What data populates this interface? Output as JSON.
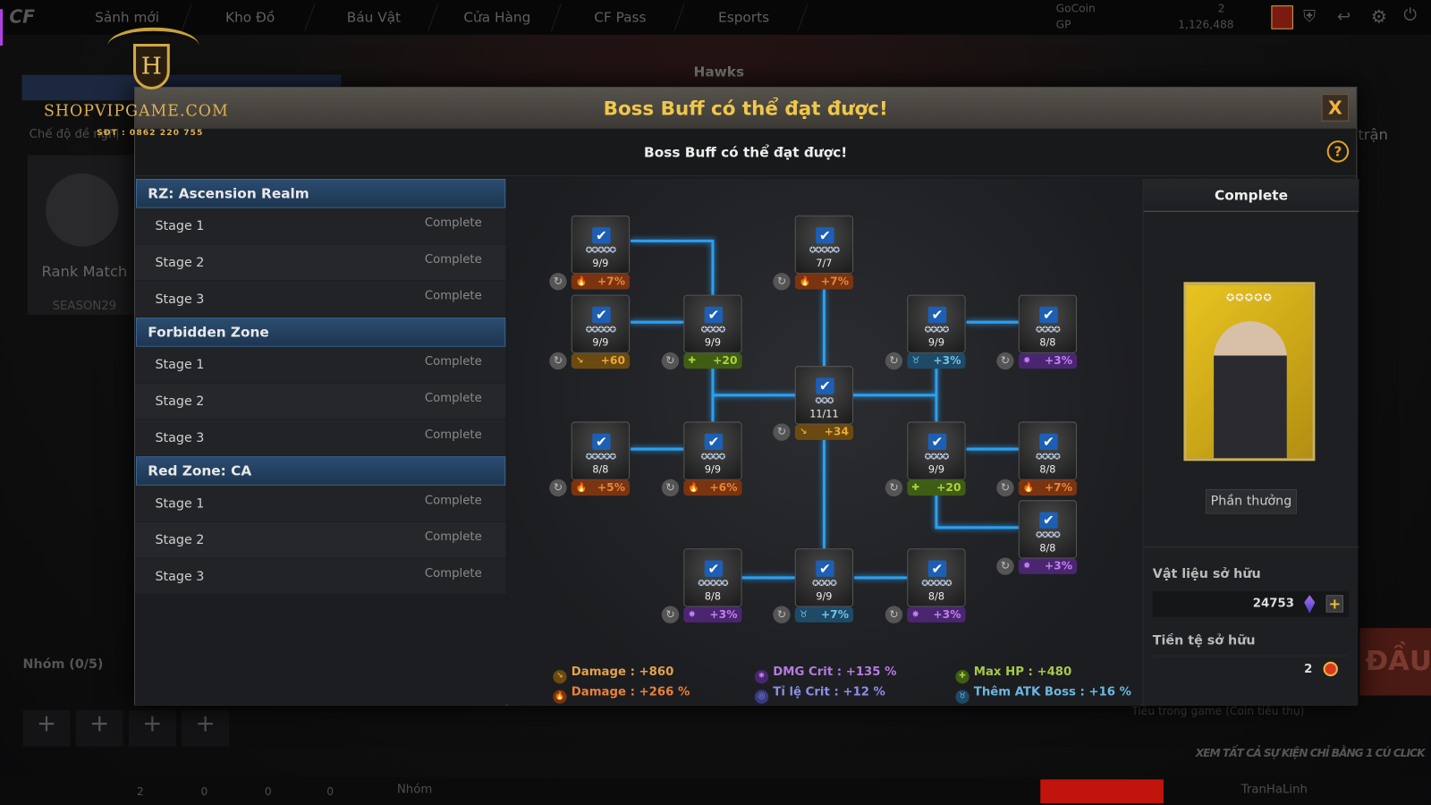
{
  "topnav": {
    "tabs": [
      "Sảnh mới",
      "Kho Đồ",
      "Báu Vật",
      "Cửa Hàng",
      "CF Pass",
      "Esports"
    ],
    "gocoin_label": "GoCoin",
    "gocoin_value": "2",
    "gp_label": "GP",
    "gp_value": "1,126,488"
  },
  "watermark": {
    "site": "SHOPVIPGAME.COM",
    "phone": "SĐT : 0862 220 755",
    "letter": "H"
  },
  "background": {
    "team": "Hawks",
    "mode_hint": "Chế độ đề nghị",
    "rank": "Rank Match",
    "season": "SEASON29",
    "party": "Nhóm (0/5)",
    "right_hint": "trận",
    "coin_hint": "Tiêu trong game (Coin tiêu thụ)",
    "events": "XEM TẤT CẢ SỰ KIỆN CHỈ BẰNG 1 CÚ CLICK",
    "start": "ĐẦU",
    "username": "TranHaLinh",
    "group": "Nhóm",
    "bar_counts": [
      "2",
      "0",
      "0",
      "0"
    ]
  },
  "modal": {
    "title": "Boss Buff có thể đạt được!",
    "subtitle": "Boss Buff có thể đạt được!",
    "close": "X",
    "help": "?",
    "sections": [
      {
        "name": "RZ: Ascension Realm",
        "stages": [
          {
            "label": "Stage 1",
            "status": "Complete"
          },
          {
            "label": "Stage 2",
            "status": "Complete"
          },
          {
            "label": "Stage 3",
            "status": "Complete"
          }
        ]
      },
      {
        "name": "Forbidden Zone",
        "stages": [
          {
            "label": "Stage 1",
            "status": "Complete"
          },
          {
            "label": "Stage 2",
            "status": "Complete"
          },
          {
            "label": "Stage 3",
            "status": "Complete"
          }
        ]
      },
      {
        "name": "Red Zone: CA",
        "stages": [
          {
            "label": "Stage 1",
            "status": "Complete"
          },
          {
            "label": "Stage 2",
            "status": "Complete"
          },
          {
            "label": "Stage 3",
            "status": "Complete"
          }
        ]
      }
    ],
    "nodes": [
      {
        "count": "9/9",
        "stars": 5,
        "type": "fire",
        "bonus": "+7%"
      },
      {
        "count": "7/7",
        "stars": 5,
        "type": "fire",
        "bonus": "+7%"
      },
      {
        "count": "9/9",
        "stars": 5,
        "type": "gun",
        "bonus": "+60"
      },
      {
        "count": "9/9",
        "stars": 4,
        "type": "hp",
        "bonus": "+20"
      },
      {
        "count": "9/9",
        "stars": 4,
        "type": "boss",
        "bonus": "+3%"
      },
      {
        "count": "8/8",
        "stars": 4,
        "type": "crit",
        "bonus": "+3%"
      },
      {
        "count": "11/11",
        "stars": 3,
        "type": "gun",
        "bonus": "+34"
      },
      {
        "count": "8/8",
        "stars": 5,
        "type": "fire",
        "bonus": "+5%"
      },
      {
        "count": "9/9",
        "stars": 4,
        "type": "fire",
        "bonus": "+6%"
      },
      {
        "count": "9/9",
        "stars": 4,
        "type": "hp",
        "bonus": "+20"
      },
      {
        "count": "8/8",
        "stars": 4,
        "type": "fire",
        "bonus": "+7%"
      },
      {
        "count": "8/8",
        "stars": 4,
        "type": "crit",
        "bonus": "+3%"
      },
      {
        "count": "8/8",
        "stars": 5,
        "type": "crit",
        "bonus": "+3%"
      },
      {
        "count": "9/9",
        "stars": 4,
        "type": "boss",
        "bonus": "+7%"
      },
      {
        "count": "8/8",
        "stars": 5,
        "type": "crit",
        "bonus": "+3%"
      }
    ],
    "stats": [
      {
        "type": "gun",
        "text": "Damage : +860",
        "color": "#e2a24a"
      },
      {
        "type": "fire",
        "text": "Damage : +266 %",
        "color": "#e8813a"
      },
      {
        "type": "crit",
        "text": "DMG Crit : +135 %",
        "color": "#b57be0"
      },
      {
        "type": "critrate",
        "text": "Tỉ lệ Crit : +12 %",
        "color": "#8d8de8"
      },
      {
        "type": "hp",
        "text": "Max HP : +480",
        "color": "#a7c84a"
      },
      {
        "type": "boss",
        "text": "Thêm ATK Boss : +16 %",
        "color": "#6cb8e0"
      }
    ],
    "right": {
      "header": "Complete",
      "reward_button": "Phần thưởng",
      "materials_label": "Vật liệu sở hữu",
      "materials_value": "24753",
      "currency_label": "Tiền tệ sở hữu",
      "currency_value": "2",
      "add": "+"
    }
  },
  "colors": {
    "accent": "#f0c74a",
    "line": "#2b9ff0",
    "fire": "#7a3410",
    "gun": "#6a4a10",
    "hp": "#3f5e14",
    "boss": "#1e4a66",
    "crit": "#4a2670"
  }
}
